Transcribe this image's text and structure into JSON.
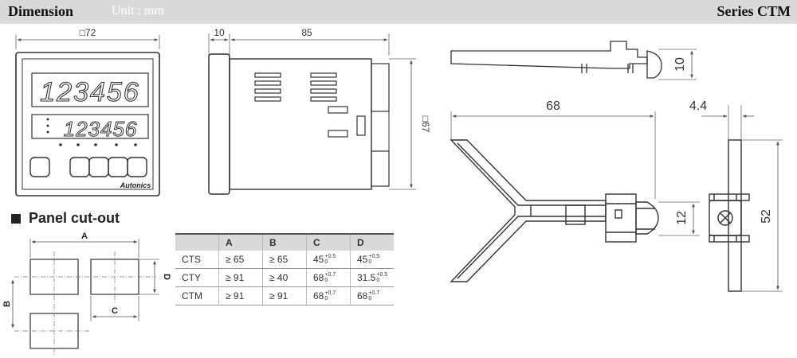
{
  "header": {
    "title": "Dimension",
    "unit": "Unit : mm",
    "series": "Series CTM"
  },
  "front_view": {
    "width_label": "□72",
    "display_top": "123456",
    "display_bottom": "123456",
    "brand": "Autonics"
  },
  "side_view": {
    "bezel_label": "10",
    "depth_label": "85",
    "height_label": "□67"
  },
  "bracket": {
    "height_label": "10",
    "length_label": "68",
    "thickness_label": "4.4",
    "clip_label": "12",
    "overall_label": "52"
  },
  "panel_cutout": {
    "title": "Panel cut-out",
    "labels": {
      "a": "A",
      "b": "B",
      "c": "C",
      "d": "D"
    }
  },
  "table": {
    "columns": [
      "",
      "A",
      "B",
      "C",
      "D"
    ],
    "rows": [
      {
        "model": "CTS",
        "a": "≥ 65",
        "b": "≥ 65",
        "c": "45",
        "c_tol": "+0.5/0",
        "d": "45",
        "d_tol": "+0.5/0"
      },
      {
        "model": "CTY",
        "a": "≥ 91",
        "b": "≥ 40",
        "c": "68",
        "c_tol": "+0.7/0",
        "d": "31.5",
        "d_tol": "+0.5/0"
      },
      {
        "model": "CTM",
        "a": "≥ 91",
        "b": "≥ 91",
        "c": "68",
        "c_tol": "+0.7/0",
        "d": "68",
        "d_tol": "+0.7/0"
      }
    ]
  },
  "colors": {
    "line": "#333333",
    "dim": "#555555",
    "header_bg": "#d9d9d9"
  }
}
